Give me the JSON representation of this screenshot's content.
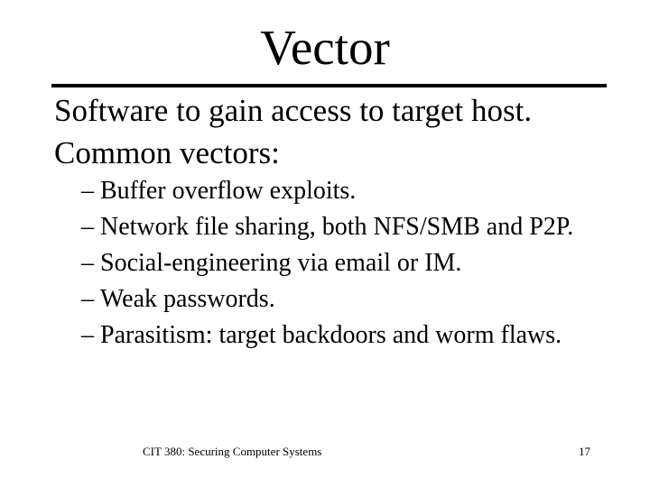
{
  "slide": {
    "title": "Vector",
    "body_lines": [
      "Software to gain access to target host.",
      "Common vectors:"
    ],
    "bullets": [
      {
        "marker": "–",
        "text": "Buffer overflow exploits."
      },
      {
        "marker": "–",
        "text": "Network file sharing, both NFS/SMB and P2P."
      },
      {
        "marker": "–",
        "text": "Social-engineering via email or IM."
      },
      {
        "marker": "–",
        "text": "Weak passwords."
      },
      {
        "marker": "–",
        "text": "Parasitism: target backdoors and worm flaws."
      }
    ],
    "footer": "CIT 380: Securing Computer Systems",
    "page_number": "17",
    "colors": {
      "background": "#ffffff",
      "text": "#000000",
      "divider": "#000000"
    }
  }
}
